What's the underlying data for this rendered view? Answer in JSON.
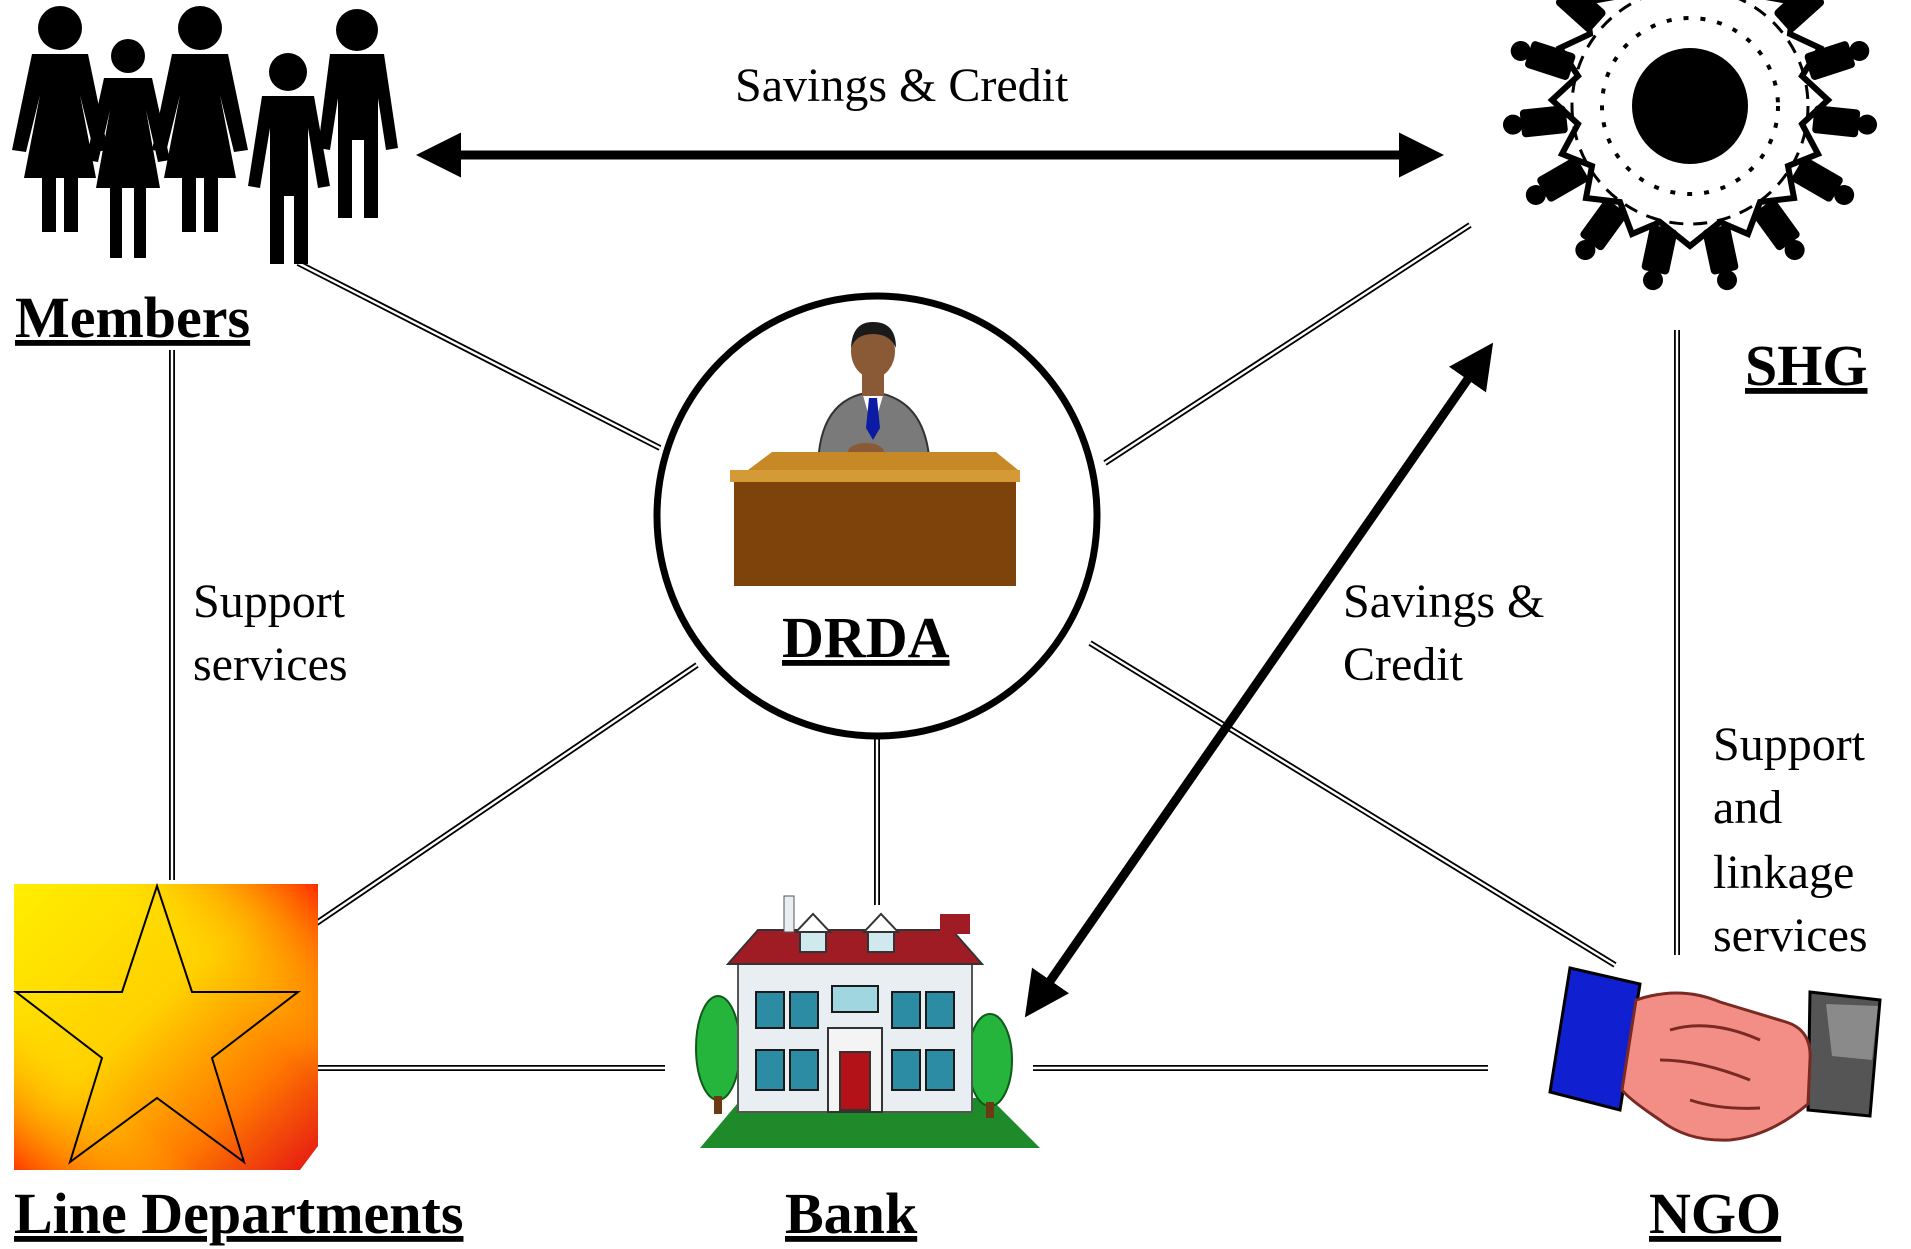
{
  "nodes": {
    "members": {
      "label": "Members",
      "icon": "people-group-icon"
    },
    "shg": {
      "label": "SHG",
      "icon": "circle-of-people-icon"
    },
    "drda": {
      "label": "DRDA",
      "icon": "official-at-desk-icon"
    },
    "line_departments": {
      "label": "Line Departments",
      "icon": "star-badge-icon"
    },
    "bank": {
      "label": "Bank",
      "icon": "bank-building-icon"
    },
    "ngo": {
      "label": "NGO",
      "icon": "handshake-icon"
    }
  },
  "edges": {
    "members_shg": {
      "label": "Savings & Credit"
    },
    "shg_bank": {
      "label_line1": "Savings &",
      "label_line2": "Credit"
    },
    "members_line": {
      "label_line1": "Support",
      "label_line2": "services"
    },
    "shg_ngo": {
      "label_line1": "Support",
      "label_line2": "and",
      "label_line3": "linkage",
      "label_line4": "services"
    }
  },
  "colors": {
    "bank_roof": "#a01c24",
    "bank_lawn": "#1f8a2a",
    "desk": "#8a4a0e",
    "suit_gray": "#7a7a7a",
    "sleeve_blue": "#1020d0",
    "hand_pink": "#f28e86",
    "star_gradient": [
      "#ffea00",
      "#ff7a00",
      "#e51010"
    ]
  }
}
